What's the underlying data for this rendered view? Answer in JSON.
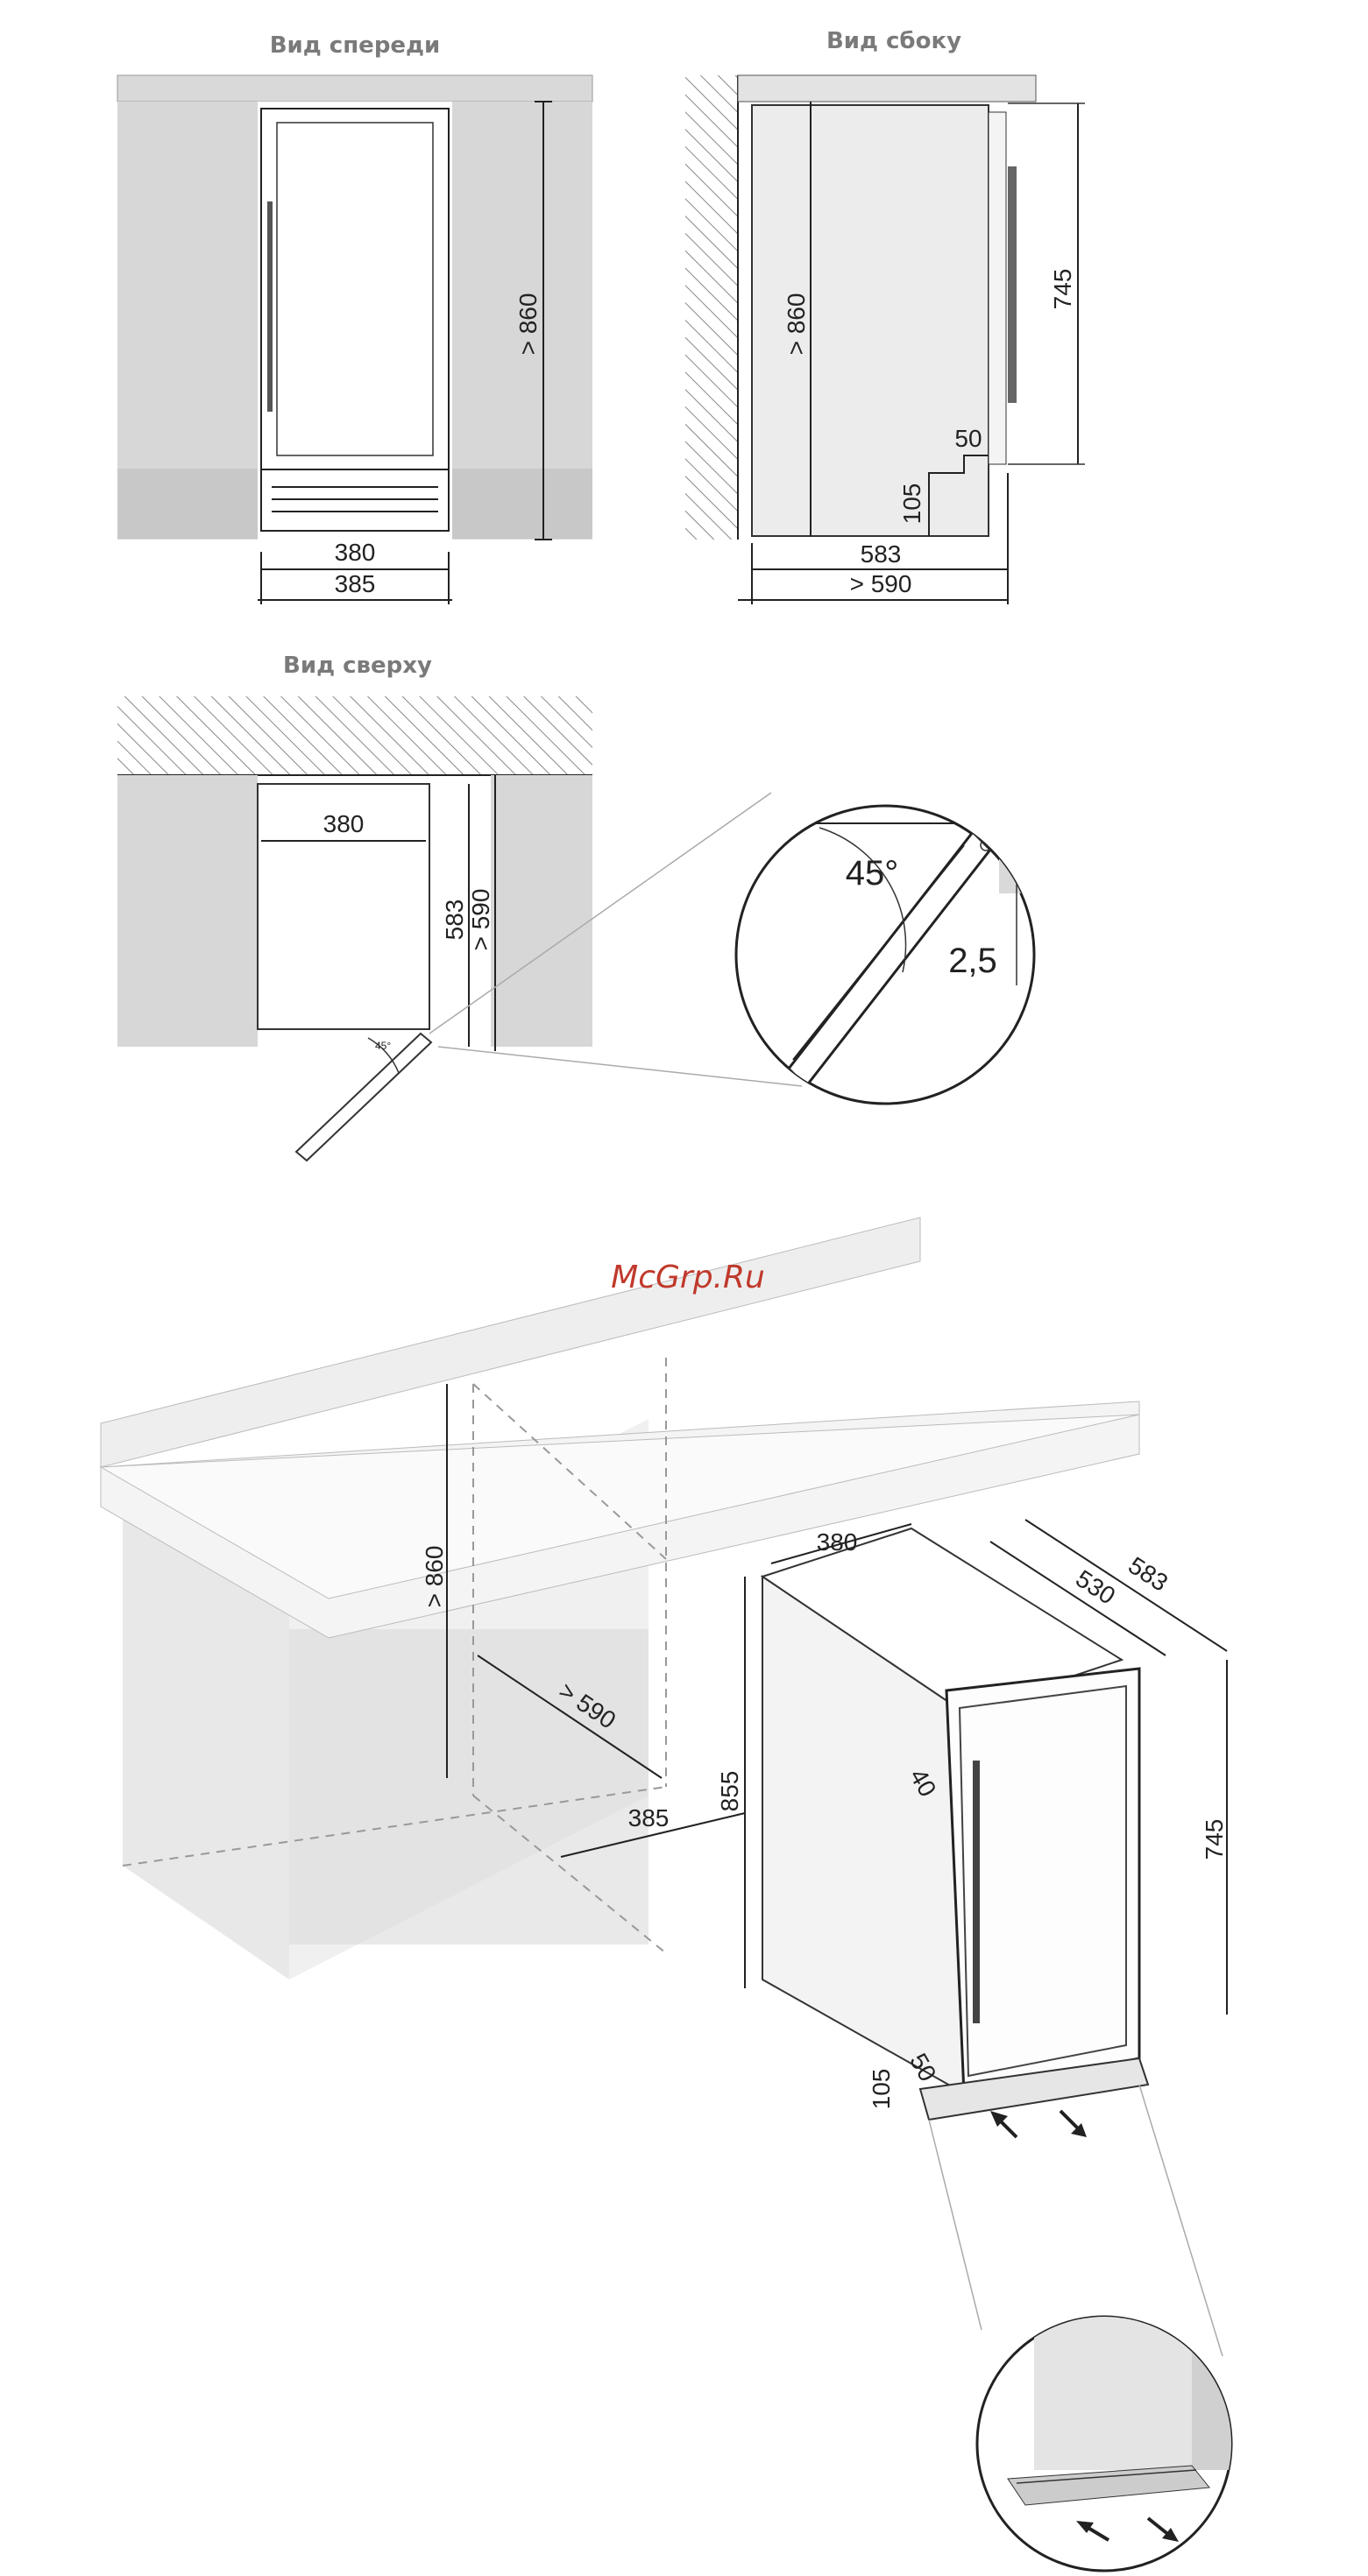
{
  "views": {
    "front": {
      "title": "Вид спереди",
      "height": "> 860",
      "width_inner": "380",
      "width_outer": "385"
    },
    "side": {
      "title": "Вид сбоку",
      "height": "> 860",
      "door_height": "745",
      "plinth_depth": "50",
      "plinth_height": "105",
      "depth": "583",
      "depth_min": "> 590"
    },
    "top": {
      "title": "Вид сверху",
      "width": "380",
      "depth": "583",
      "depth_min": "> 590",
      "door_angle_small": "45°"
    },
    "detail": {
      "angle": "45°",
      "gap": "2,5"
    }
  },
  "iso": {
    "niche_height": "> 860",
    "niche_depth": "> 590",
    "niche_width": "385",
    "niche_opening": "855",
    "unit_width": "380",
    "unit_depth_inner": "530",
    "unit_depth": "583",
    "door_height": "745",
    "door_recess": "40",
    "plinth_depth": "50",
    "plinth_height": "105"
  },
  "watermark": "McGrp.Ru"
}
